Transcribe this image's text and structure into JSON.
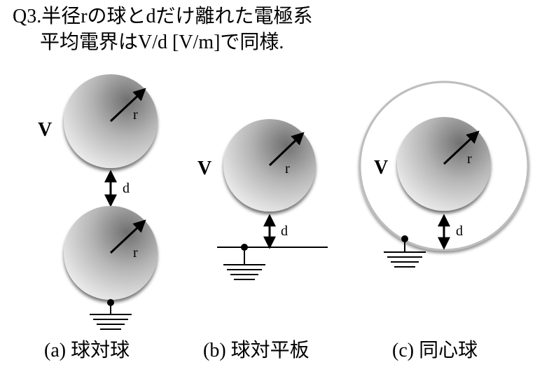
{
  "title": {
    "line1": "Q3.半径rの球とdだけ離れた電極系",
    "line2": "平均電界はV/d [V/m]で同様."
  },
  "labels": {
    "voltage": "V",
    "radius": "r",
    "distance": "d"
  },
  "captions": {
    "a": "(a) 球対球",
    "b": "(b) 球対平板",
    "c": "(c) 同心球"
  }
}
